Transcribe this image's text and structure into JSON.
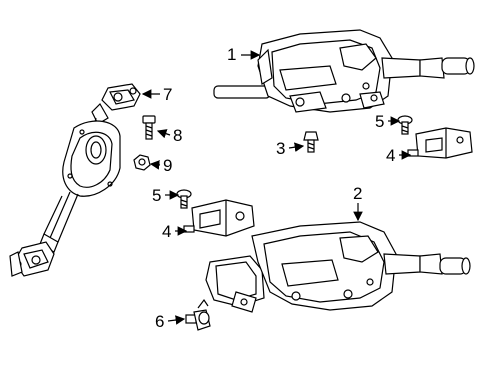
{
  "diagram": {
    "callouts": [
      {
        "id": "c1",
        "label": "1"
      },
      {
        "id": "c2",
        "label": "2"
      },
      {
        "id": "c3",
        "label": "3"
      },
      {
        "id": "c4a",
        "label": "4"
      },
      {
        "id": "c4b",
        "label": "4"
      },
      {
        "id": "c5a",
        "label": "5"
      },
      {
        "id": "c5b",
        "label": "5"
      },
      {
        "id": "c6",
        "label": "6"
      },
      {
        "id": "c7",
        "label": "7"
      },
      {
        "id": "c8",
        "label": "8"
      },
      {
        "id": "c9",
        "label": "9"
      }
    ]
  }
}
